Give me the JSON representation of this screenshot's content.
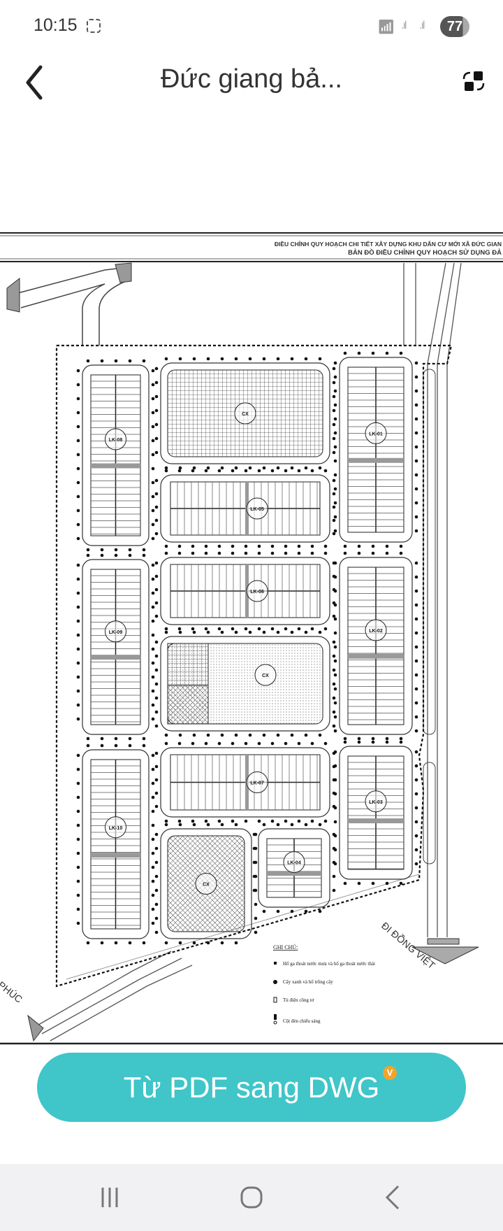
{
  "status_bar": {
    "time": "10:15",
    "battery": "77",
    "icons": [
      "screenshot-icon",
      "wifi-icon",
      "signal-icon",
      "signal-icon"
    ]
  },
  "header": {
    "title": "Đức giang bả...",
    "back_icon": "chevron-left-icon",
    "action_icon": "swap-icon"
  },
  "drawing": {
    "title_line1": "ĐIỀU CHỈNH QUY HOẠCH CHI TIẾT XÂY DỰNG KHU DÂN CƯ MỚI XÃ ĐỨC GIAN",
    "title_line2": "BẢN ĐỒ ĐIỀU CHỈNH QUY HOẠCH SỬ DỤNG ĐẢ",
    "direction_right": "ĐI ĐỒNG VIỆT",
    "direction_left": "PHÚC",
    "blocks": {
      "lk01": "LK-01",
      "lk02": "LK-02",
      "lk03": "LK-03",
      "lk04": "LK-04",
      "lk05": "LK-05",
      "lk06": "LK-06",
      "lk07": "LK-07",
      "lk08": "LK-08",
      "lk09": "LK-09",
      "lk10": "LK-10",
      "cx1": "CX",
      "cx2": "CX",
      "cx3": "CX"
    },
    "legend": {
      "title": "GHI CHÚ:",
      "items": [
        "Hố ga thoát nước mưa và hố ga thoát nước thải",
        "Cây xanh và hố trồng cây",
        "Tủ điện công tơ",
        "Cột đèn chiếu sáng"
      ]
    }
  },
  "cta": {
    "label": "Từ PDF sang DWG",
    "badge": "V",
    "color": "#40c5c9",
    "badge_color": "#f0a52a"
  },
  "nav": {
    "icons": [
      "recent-apps-icon",
      "home-icon",
      "back-icon"
    ]
  }
}
